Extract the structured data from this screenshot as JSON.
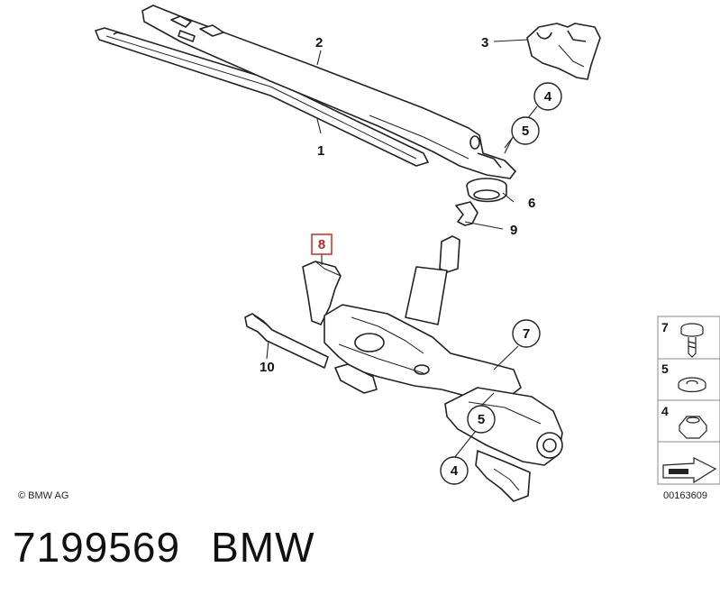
{
  "diagram": {
    "callouts": {
      "c1": "1",
      "c2": "2",
      "c3": "3",
      "c4_top": "4",
      "c5_top": "5",
      "c6": "6",
      "c7": "7",
      "c8": "8",
      "c9": "9",
      "c10": "10",
      "c5_bottom": "5",
      "c4_bottom": "4"
    },
    "highlight_color": "#d9342b",
    "copyright": "© BMW AG",
    "legend": {
      "items": [
        "7",
        "5",
        "4"
      ],
      "diagram_id": "00163609"
    }
  },
  "caption": {
    "part_number": "7199569",
    "brand": "BMW"
  }
}
